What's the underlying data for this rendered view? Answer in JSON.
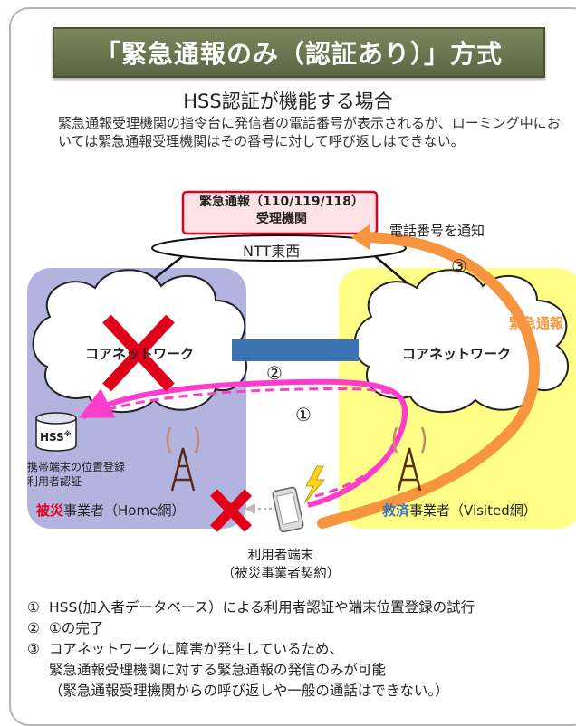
{
  "title": "「緊急通報のみ（認証あり）」方式",
  "subtitle": "HSS認証が機能する場合",
  "description": "緊急通報受理機関の指令台に発信者の電話番号が表示されるが、ローミング中においては緊急通報受理機関はその番号に対して呼び返しはできない。",
  "psap": {
    "line1": "緊急通報（110/119/118）",
    "line2": "受理機関"
  },
  "ntt": "NTT東西",
  "notify_label": "電話番号を通知",
  "emergency_label": "緊急通報",
  "core_left": "コアネットワーク",
  "core_right": "コアネットワーク",
  "hss_label": "HSS",
  "hss_mark": "※",
  "home_reg": {
    "line1": "携帯端末の位置登録",
    "line2": "利用者認証"
  },
  "home_operator": {
    "prefix": "被災",
    "suffix": "事業者（Home網）"
  },
  "visited_operator": {
    "prefix": "救済",
    "suffix": "事業者（Visited網）"
  },
  "terminal": {
    "line1": "利用者端末",
    "line2": "（被災事業者契約）"
  },
  "steps": {
    "one": "①",
    "two": "②",
    "three": "③"
  },
  "colors": {
    "home_bg": "#b3b3e0",
    "visited_bg": "#ffff88",
    "magenta": "#ff3dcc",
    "orange": "#f7953f",
    "red": "#e0001a",
    "link": "#3b73b3",
    "title_bg": "#6b7450"
  },
  "notes": [
    {
      "num": "①",
      "text": "HSS(加入者データベース）による利用者認証や端末位置登録の試行"
    },
    {
      "num": "②",
      "text": "①の完了"
    },
    {
      "num": "③",
      "text": "コアネットワークに障害が発生しているため、"
    }
  ],
  "notes_cont": [
    "緊急通報受理機関に対する緊急通報の発信のみが可能",
    "（緊急通報受理機関からの呼び返しや一般の通話はできない。）"
  ]
}
